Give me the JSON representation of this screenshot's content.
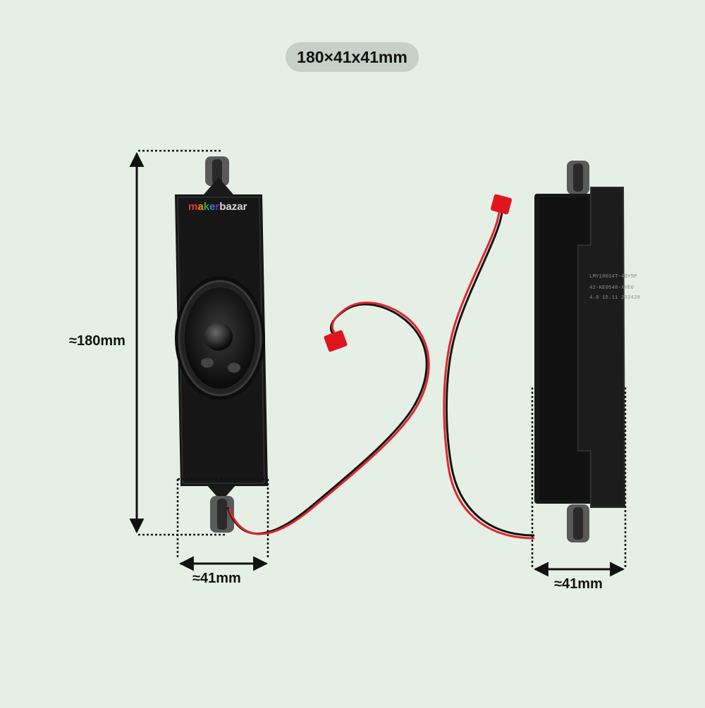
{
  "product": {
    "dimensions_badge": "180×41x41mm",
    "logo_text": "makerbazar",
    "logo_colors": [
      "#e53935",
      "#fb8c00",
      "#43a047",
      "#1e88e5",
      "#8e24aa"
    ]
  },
  "annotations": {
    "height": "≈180mm",
    "front_width": "≈41mm",
    "side_width": "≈41mm"
  },
  "side_label_lines": [
    "LMY18014T-4ΩY5P",
    "42-KE0548-XYE0",
    "4.0 15.11 232420"
  ],
  "colors": {
    "background": "#e6efe6",
    "badge": "#c6d0c6",
    "housing": "#161616",
    "wire_red": "#e0262b",
    "connector": "#e0161e"
  }
}
